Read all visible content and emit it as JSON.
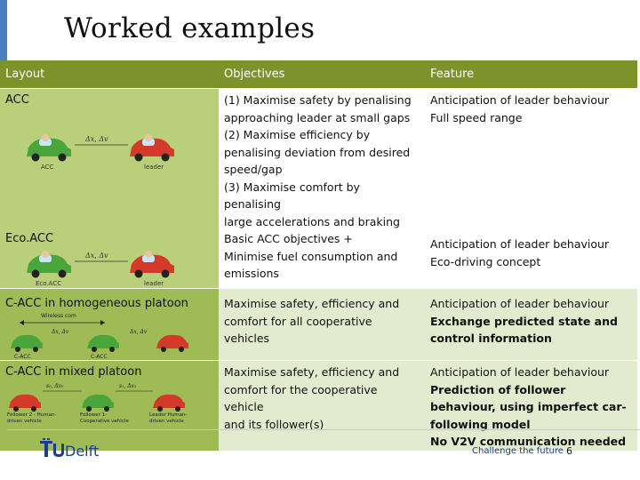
{
  "slide": {
    "title": "Worked examples",
    "page_number": "6",
    "slogan": "Challenge the future",
    "logo_text": "TUDelft"
  },
  "table": {
    "headers": [
      "Layout",
      "Objectives",
      "Feature"
    ],
    "rows": [
      {
        "layout": "ACC",
        "objectives": [
          "(1) Maximise safety by penalising",
          "approaching leader at small gaps",
          "(2) Maximise efficiency by",
          "penalising deviation from desired",
          "speed/gap",
          "(3) Maximise comfort by penalising",
          "large accelerations and braking"
        ],
        "features": [
          "Anticipation of leader behaviour",
          "Full speed range"
        ],
        "features_bold": [],
        "illustration": {
          "gap_label": "Δx, Δv",
          "car_labels": [
            "ACC",
            "leader"
          ]
        }
      },
      {
        "layout": "Eco.ACC",
        "objectives": [
          "Basic ACC objectives  +",
          "Minimise fuel consumption and",
          "emissions"
        ],
        "features": [
          "Anticipation of leader behaviour",
          "Eco-driving concept"
        ],
        "features_bold": [],
        "illustration": {
          "gap_label": "Δx, Δv",
          "car_labels": [
            "Eco.ACC",
            "leader"
          ]
        }
      },
      {
        "layout": "C-ACC in homogeneous platoon",
        "objectives": [
          "Maximise safety, efficiency and",
          "comfort for all cooperative vehicles"
        ],
        "features": [
          "Anticipation of leader behaviour"
        ],
        "features_bold": [
          "Exchange predicted state and",
          "control information"
        ],
        "illustration": {
          "comm_label": "Wireless com",
          "gap_labels": [
            "Δx, Δv",
            "Δx, Δv"
          ],
          "car_labels": [
            "C-ACC",
            "C-ACC"
          ]
        }
      },
      {
        "layout": "C-ACC in mixed platoon",
        "objectives": [
          "Maximise safety, efficiency and",
          "comfort for the  cooperative vehicle",
          "and its follower(s)"
        ],
        "features": [
          "Anticipation of leader behaviour"
        ],
        "features_bold": [
          "Prediction of follower",
          "behaviour, using imperfect car-",
          "following model",
          "No V2V communication needed"
        ],
        "illustration": {
          "gap_labels": [
            "s₀, Δv₀",
            "s₁, Δv₁"
          ],
          "car_labels": [
            "Follower 2 - Human-driven vehicle",
            "Follower 1- Cooperative vehicle",
            "Leader Human-driven vehicle"
          ]
        }
      }
    ]
  },
  "colors": {
    "header": "#7e922c",
    "acc_cell": "#b9cf7a",
    "platoon_cell": "#9fbb55",
    "platoon_row": "#e3ebcf",
    "green_car": "#4aa63a",
    "red_car": "#d33a2a",
    "slogan": "#1f3b8a"
  },
  "icons": [
    "tudelft-logo-icon",
    "green-car-icon",
    "red-car-icon",
    "wireless-arrow-icon"
  ]
}
